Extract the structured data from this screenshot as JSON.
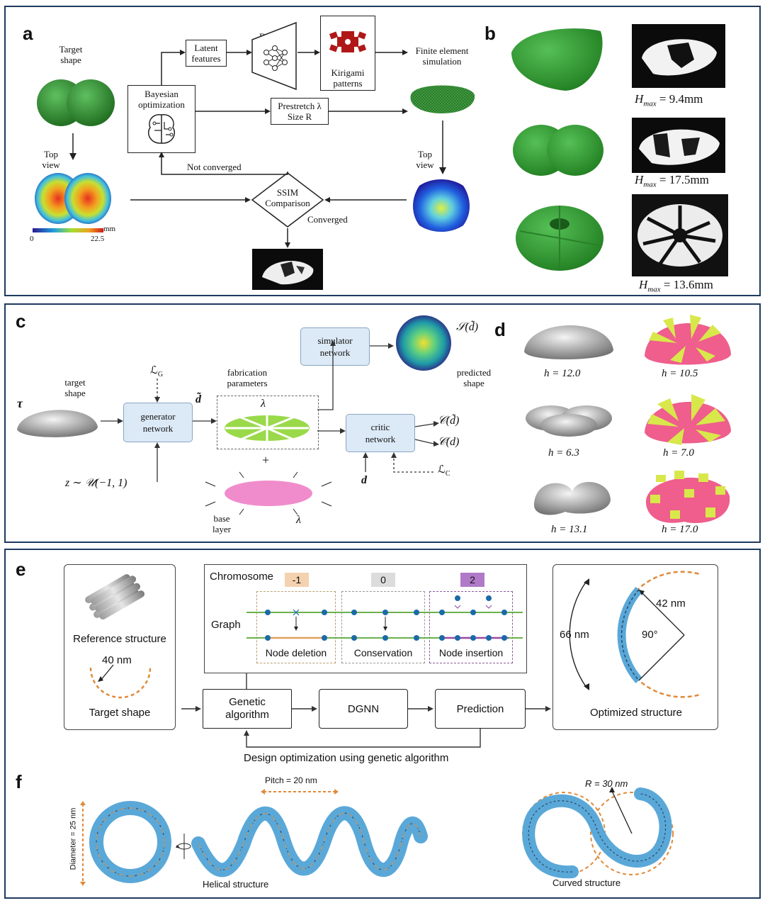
{
  "panel_a": {
    "label": "a",
    "target_shape": "Target\nshape",
    "top_view_left": "Top\nview",
    "colorbar_unit": "mm",
    "colorbar_min": "0",
    "colorbar_max": "22.5",
    "bayesian": "Bayesian\noptimization",
    "latent": "Latent\nfeatures",
    "decoder": "Decoder",
    "kirigami": "Kirigami\npatterns",
    "fem": "Finite element\nsimulation",
    "prestretch": "Prestretch λ\nSize R",
    "not_converged": "Not converged",
    "top_view_right": "Top\nview",
    "ssim": "SSIM\nComparison",
    "converged": "Converged"
  },
  "panel_b": {
    "label": "b",
    "h1": "= 9.4mm",
    "h2": "= 17.5mm",
    "h3": "= 13.6mm",
    "hmax_symbol": "H",
    "hmax_sub": "max"
  },
  "panel_c": {
    "label": "c",
    "tau": "τ",
    "target_shape": "target\nshape",
    "lg": "ℒ",
    "lg_sub": "G",
    "generator": "generator\nnetwork",
    "z": "z ∼ 𝒰(−1, 1)",
    "fabrication": "fabrication\nparameters",
    "dtilde": "d̃",
    "lambda": "λ",
    "plus": "+",
    "base_layer": "base\nlayer",
    "lambda2": "λ",
    "simulator": "simulator\nnetwork",
    "s_dtilde": "𝒮(d̃)",
    "predicted": "predicted\nshape",
    "critic": "critic\nnetwork",
    "c_dtilde": "𝒞(d̃)",
    "c_d": "𝒞(d)",
    "d": "d",
    "lc": "ℒ",
    "lc_sub": "C"
  },
  "panel_d": {
    "label": "d",
    "h_values": [
      "h = 12.0",
      "h = 10.5",
      "h = 6.3",
      "h = 7.0",
      "h = 13.1",
      "h = 17.0"
    ]
  },
  "panel_e": {
    "label": "e",
    "reference": "Reference structure",
    "target_dim": "40 nm",
    "target_shape": "Target shape",
    "chromosome": "Chromosome",
    "chrom_values": [
      "-1",
      "0",
      "2"
    ],
    "graph": "Graph",
    "ops": [
      "Node deletion",
      "Conservation",
      "Node insertion"
    ],
    "genetic": "Genetic\nalgorithm",
    "dgnn": "DGNN",
    "prediction": "Prediction",
    "loop": "Design optimization using genetic algorithm",
    "arc_len": "66 nm",
    "radius": "42 nm",
    "angle": "90°",
    "optimized": "Optimized structure"
  },
  "panel_f": {
    "label": "f",
    "diameter": "Diameter = 25 nm",
    "pitch": "Pitch = 20 nm",
    "helical": "Helical structure",
    "radius": "R = 30 nm",
    "curved": "Curved structure"
  }
}
